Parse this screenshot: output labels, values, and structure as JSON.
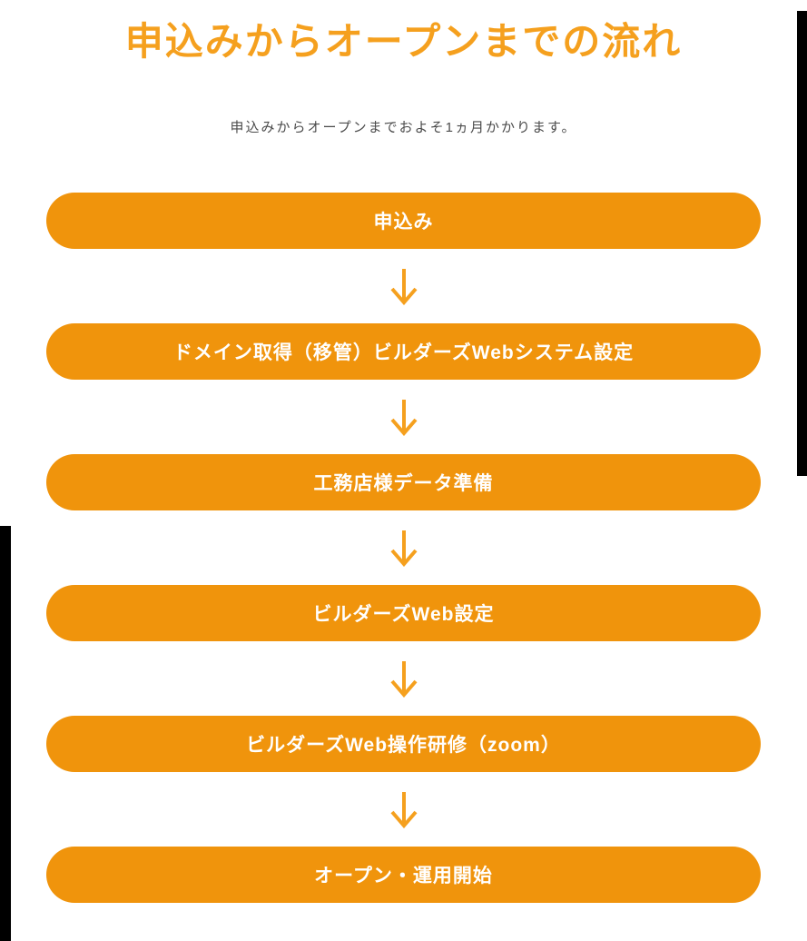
{
  "page": {
    "title": "申込みからオープンまでの流れ",
    "subtitle": "申込みからオープンまでおよそ1ヵ月かかります。"
  },
  "flow": {
    "steps": [
      {
        "label": "申込み"
      },
      {
        "label": "ドメイン取得（移管）ビルダーズWebシステム設定"
      },
      {
        "label": "工務店様データ準備"
      },
      {
        "label": "ビルダーズWeb設定"
      },
      {
        "label": "ビルダーズWeb操作研修（zoom）"
      },
      {
        "label": "オープン・運用開始"
      }
    ],
    "arrow_icon": "down-arrow"
  },
  "colors": {
    "accent_orange": "#f0940c",
    "title_orange": "#f5a01e",
    "text_gray": "#4b4b4b",
    "step_text": "#ffffff"
  }
}
